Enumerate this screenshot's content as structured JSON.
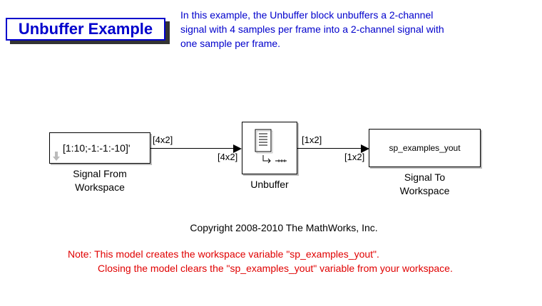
{
  "title": "Unbuffer Example",
  "description": [
    "In this example, the Unbuffer block unbuffers a 2-channel",
    "signal with 4 samples per frame into a 2-channel signal with",
    "one sample per frame."
  ],
  "blocks": {
    "source": {
      "value": "[1:10;-1:-1:-10]'",
      "label": [
        "Signal From",
        "Workspace"
      ]
    },
    "unbuffer": {
      "label": "Unbuffer"
    },
    "sink": {
      "value": "sp_examples_yout",
      "label": [
        "Signal To",
        "Workspace"
      ]
    }
  },
  "signals": {
    "src_out": "[4x2]",
    "unbuf_in": "[4x2]",
    "unbuf_out": "[1x2]",
    "sink_in": "[1x2]"
  },
  "copyright": "Copyright 2008-2010 The MathWorks, Inc.",
  "note": [
    "Note: This model creates  the workspace variable \"sp_examples_yout\".",
    "Closing the model clears the \"sp_examples_yout\" variable from your workspace."
  ]
}
